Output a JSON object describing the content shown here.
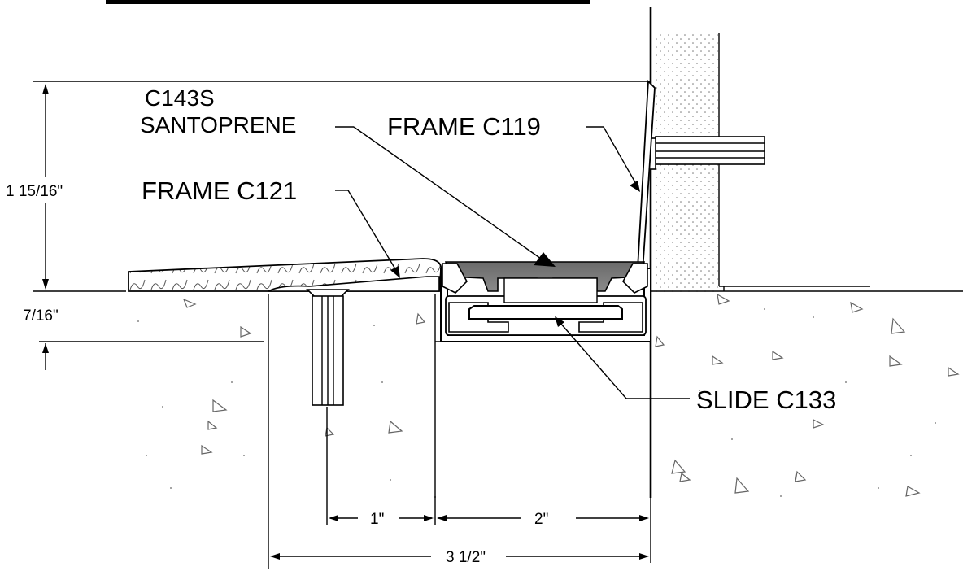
{
  "labels": {
    "part_c143s": "C143S",
    "santoprene": "SANTOPRENE",
    "frame_c119": "FRAME C119",
    "frame_c121": "FRAME C121",
    "slide_c133": "SLIDE C133"
  },
  "dimensions": {
    "height_total": "1 15/16\"",
    "height_lower": "7/16\"",
    "width_one": "1\"",
    "width_two": "2\"",
    "width_total": "3 1/2\""
  }
}
